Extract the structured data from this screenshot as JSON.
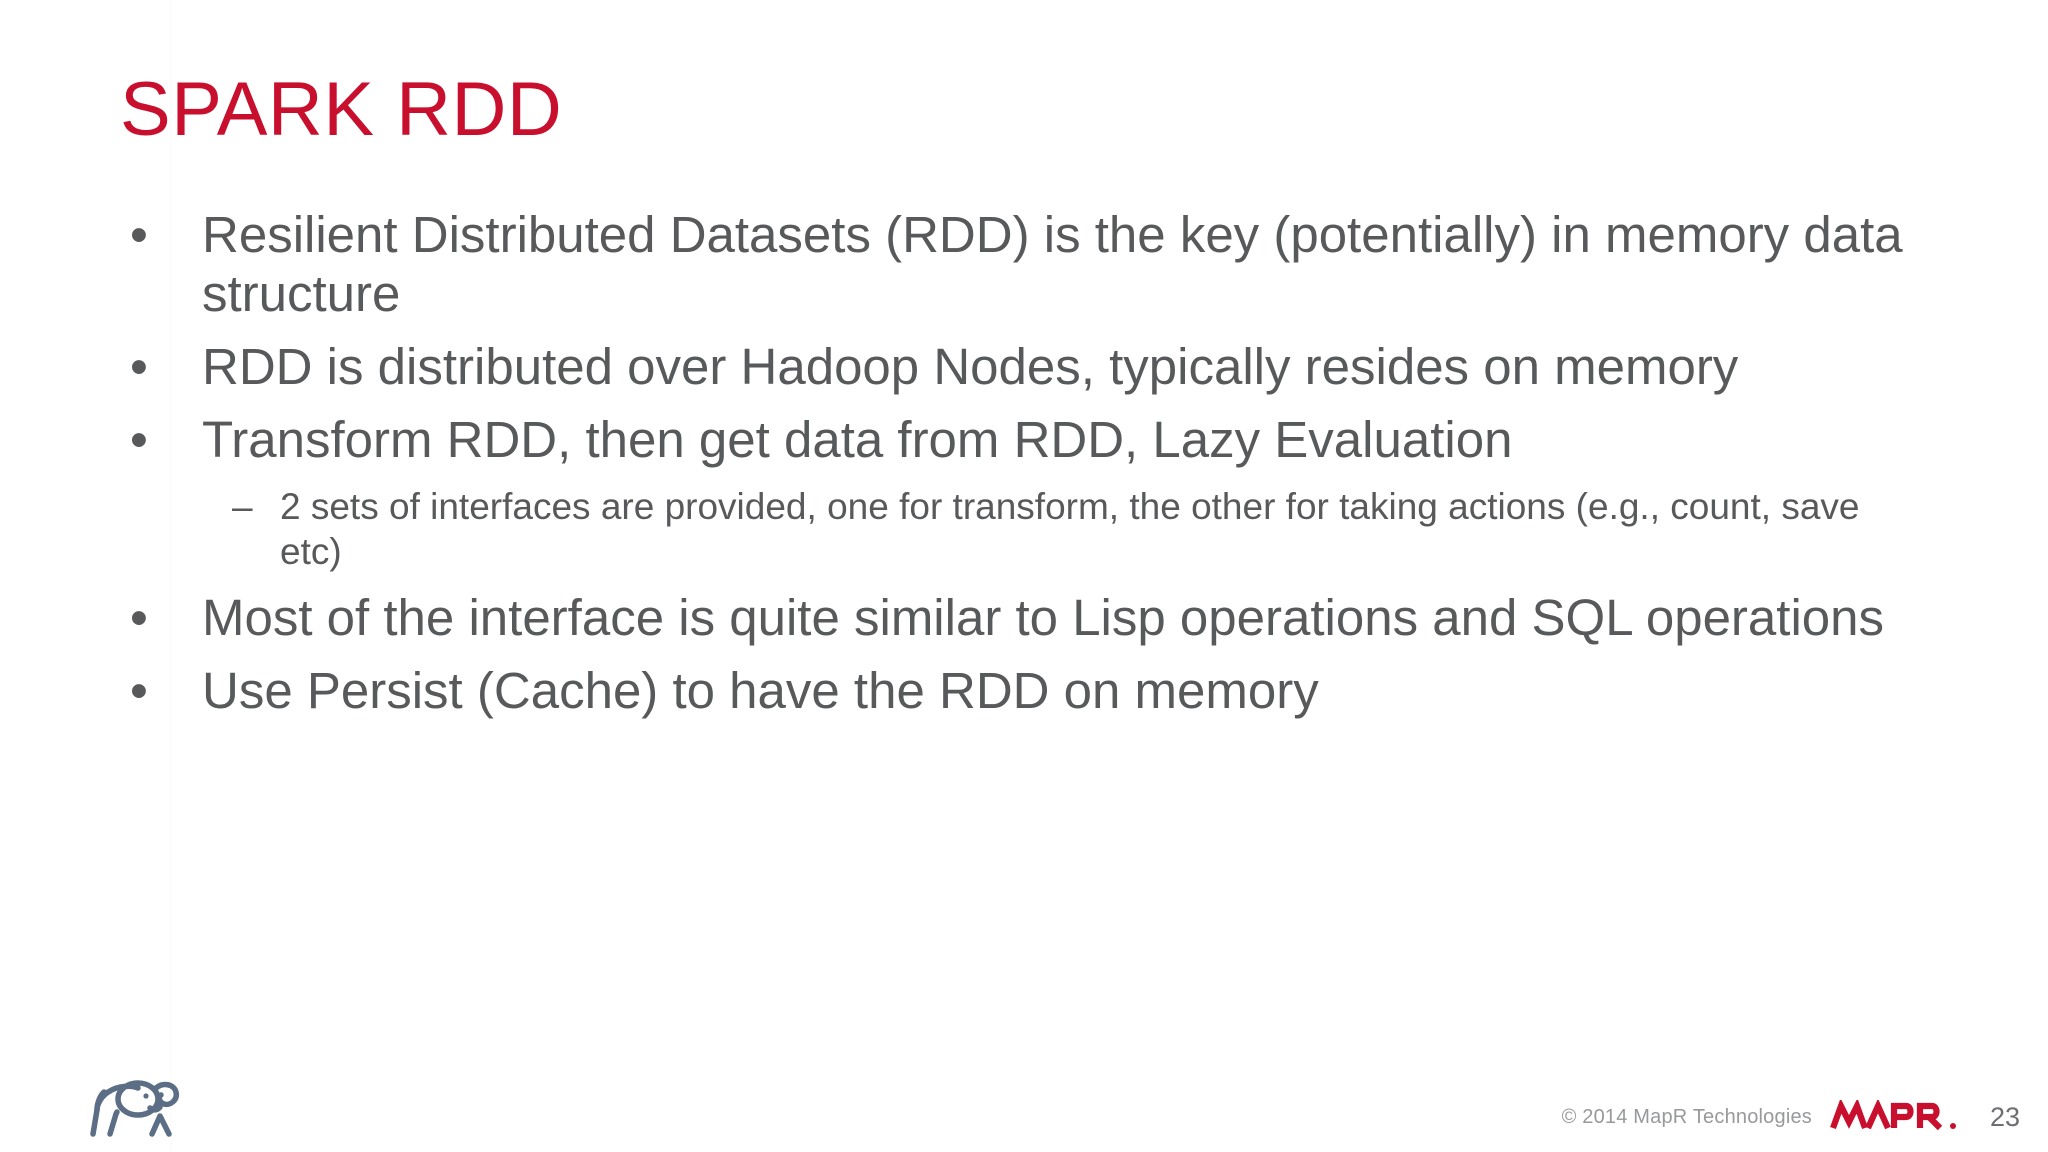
{
  "slide": {
    "title": "SPARK RDD",
    "title_color": "#C8102E",
    "body_text_color": "#58595B",
    "background_color": "#FFFFFF"
  },
  "bullets": [
    {
      "marker": "•",
      "text": "Resilient Distributed Datasets (RDD) is the key (potentially) in memory data structure",
      "sub": []
    },
    {
      "marker": "•",
      "text": "RDD is distributed over Hadoop Nodes, typically resides on memory",
      "sub": []
    },
    {
      "marker": "•",
      "text": "Transform RDD, then get data from RDD, Lazy Evaluation",
      "sub": [
        {
          "marker": "–",
          "text": "2 sets of interfaces are provided, one for transform, the other for taking actions (e.g., count, save etc)"
        }
      ]
    },
    {
      "marker": "•",
      "text": "Most of the interface is quite similar to Lisp operations and SQL operations",
      "sub": []
    },
    {
      "marker": "•",
      "text": "Use Persist (Cache) to have the RDD on memory",
      "sub": []
    }
  ],
  "footer": {
    "copyright": "© 2014 MapR Technologies",
    "logo_text": "MAPR.",
    "logo_color": "#C8102E",
    "page_number": "23",
    "elephant_icon": "hadoop-elephant-icon",
    "elephant_color": "#5B6E85"
  }
}
